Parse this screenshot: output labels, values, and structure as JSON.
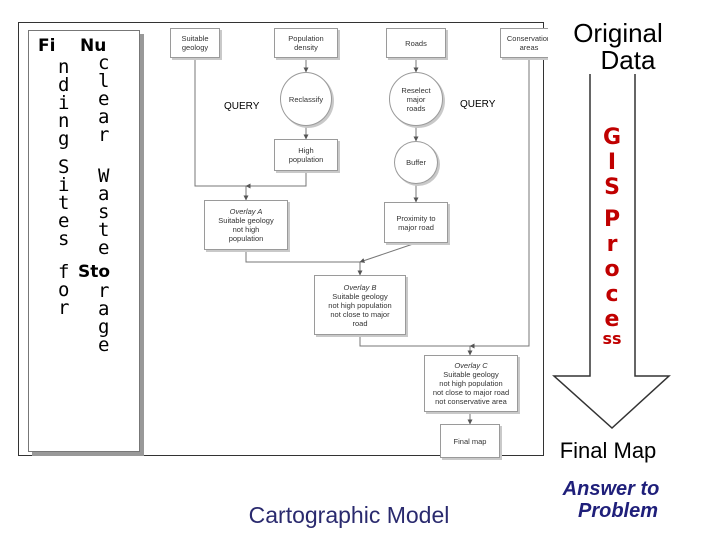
{
  "sidebar": {
    "fi": "Fi",
    "nu": "Nu",
    "finding_letters": [
      "n",
      "d",
      "i",
      "n",
      "g"
    ],
    "nuclear_letters": [
      "c",
      "l",
      "e",
      "a",
      "r"
    ],
    "sites_letters": [
      "S",
      "i",
      "t",
      "e",
      "s"
    ],
    "waste_letters": [
      "W",
      "a",
      "s",
      "t",
      "e"
    ],
    "for_letters": [
      "f",
      "o",
      "r"
    ],
    "sto": "Sto",
    "storage_letters": [
      "r",
      "a",
      "g",
      "e"
    ]
  },
  "headers": {
    "original_line1": "Original",
    "original_line2": "Data",
    "gis_letters": [
      "G",
      "I",
      "S"
    ],
    "process_letters": [
      "P",
      "r",
      "o",
      "c",
      "e"
    ],
    "process_tail": "ss",
    "final_map": "Final Map",
    "answer_line1": "Answer to",
    "answer_line2": "Problem",
    "caption": "Cartographic Model"
  },
  "flowchart": {
    "suitable_geology": [
      "Suitable",
      "geology"
    ],
    "population_density": [
      "Population",
      "density"
    ],
    "roads": [
      "Roads"
    ],
    "conservation_areas": [
      "Conservation",
      "areas"
    ],
    "reclassify": [
      "Reclassify"
    ],
    "reselect_major_roads": [
      "Reselect",
      "major",
      "roads"
    ],
    "high_population": [
      "High",
      "population"
    ],
    "buffer": [
      "Buffer"
    ],
    "overlay_a_title": "Overlay A",
    "overlay_a": [
      "Suitable geology",
      "not high",
      "population"
    ],
    "proximity": [
      "Proximity to",
      "major road"
    ],
    "overlay_b_title": "Overlay B",
    "overlay_b": [
      "Suitable geology",
      "not high population",
      "not close to major",
      "road"
    ],
    "overlay_c_title": "Overlay C",
    "overlay_c": [
      "Suitable geology",
      "not high population",
      "not close to major road",
      "not conservative area"
    ],
    "final_map": [
      "Final map"
    ],
    "query_left": "QUERY",
    "query_right": "QUERY"
  },
  "colors": {
    "gis_red": "#c00000",
    "caption_navy": "#2a2a6e",
    "answer_navy": "#1f1f7a",
    "border": "#333333",
    "arrow_border": "#333333"
  }
}
